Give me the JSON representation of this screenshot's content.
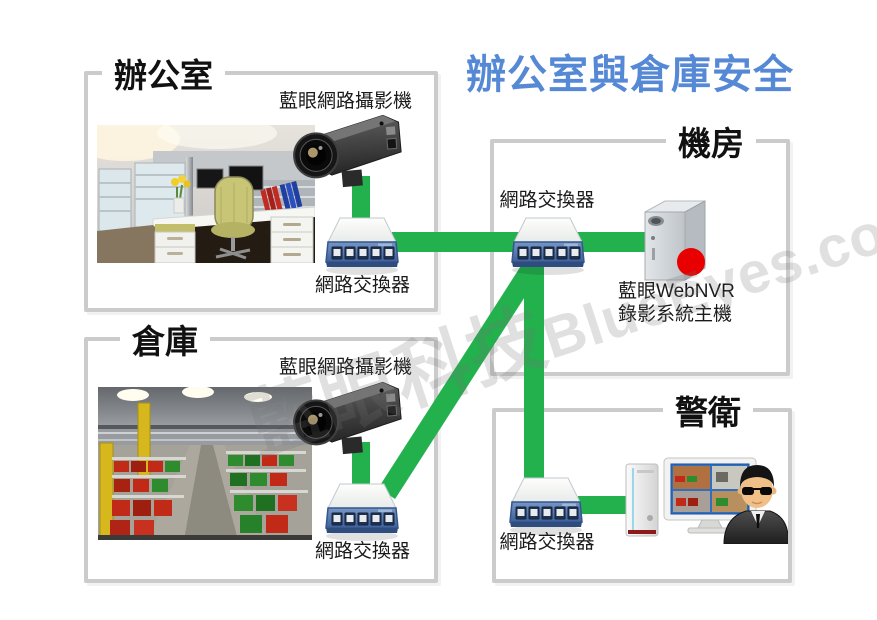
{
  "title": "辦公室與倉庫安全",
  "watermark": {
    "cjk": "藍眼科技",
    "latin": "BlueEyes.com.tw"
  },
  "zones": {
    "office": {
      "label": "辦公室"
    },
    "machine_room": {
      "label": "機房"
    },
    "warehouse": {
      "label": "倉庫"
    },
    "guard": {
      "label": "警衛"
    }
  },
  "devices": {
    "camera_label": "藍眼網路攝影機",
    "switch_label": "網路交換器",
    "nvr_label_line1": "藍眼WebNVR",
    "nvr_label_line2": "錄影系統主機"
  },
  "icons": [
    "office-photo",
    "warehouse-photo",
    "ip-camera-icon",
    "network-switch-icon",
    "nvr-server-icon",
    "recording-red-dot",
    "guard-workstation-icon",
    "security-guard-icon"
  ],
  "colors": {
    "title_blue": "#5589D6",
    "cable_green": "#23B14D",
    "zone_border_gray": "#CBCBCB",
    "recording_dot_red": "#E80000"
  }
}
